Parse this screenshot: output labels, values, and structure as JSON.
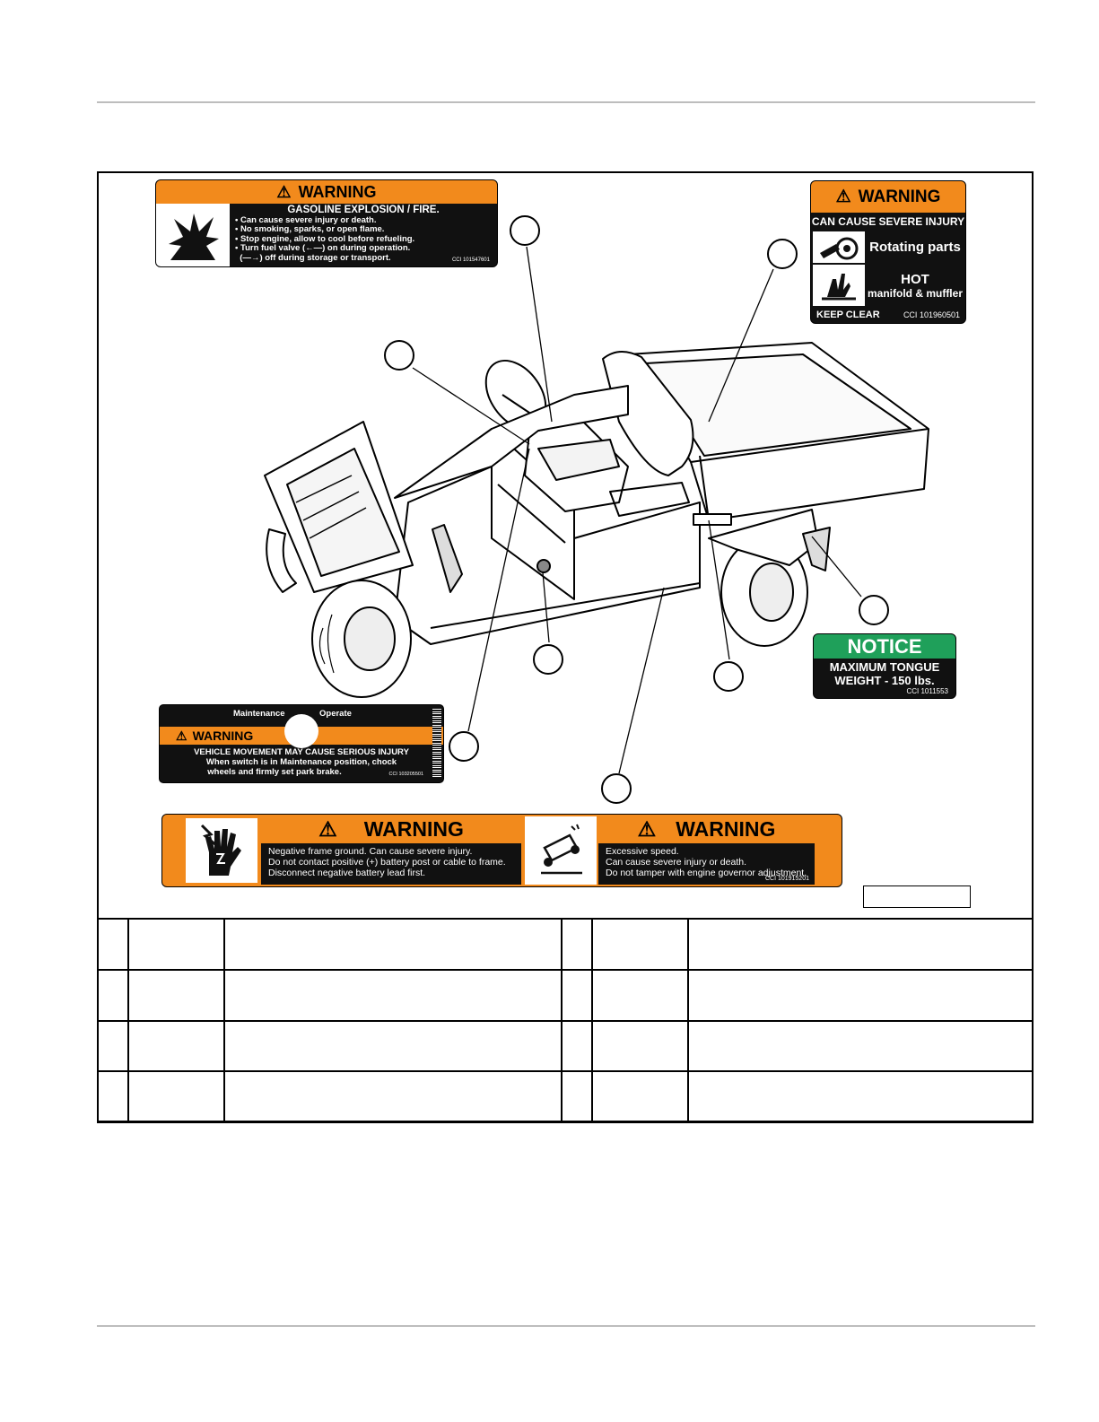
{
  "decals": {
    "fuel_warning": {
      "header": "WARNING",
      "title": "GASOLINE EXPLOSION / FIRE.",
      "lines": [
        "• Can cause severe injury or death.",
        "• No smoking, sparks, or open flame.",
        "• Stop engine, allow to cool before refueling.",
        "• Turn fuel valve (←—) on during operation.",
        "  (—→) off during storage or transport."
      ],
      "code": "CCI 101547601",
      "icon": "explosion-icon"
    },
    "rotating_warning": {
      "header": "WARNING",
      "subheader": "CAN CAUSE SEVERE INJURY",
      "row1": "Rotating parts",
      "row2_a": "HOT",
      "row2_b": "manifold & muffler",
      "footer": "KEEP CLEAR",
      "code": "CCI 101960501",
      "icons": [
        "rotating-parts-icon",
        "hot-surface-icon"
      ]
    },
    "notice_tongue": {
      "header": "NOTICE",
      "line1": "MAXIMUM TONGUE",
      "line2": "WEIGHT - 150 lbs.",
      "code": "CCI 1011553"
    },
    "maintenance_warning": {
      "left_label": "Maintenance",
      "right_label": "Operate",
      "header": "WARNING",
      "title": "VEHICLE MOVEMENT MAY CAUSE SERIOUS INJURY",
      "line1": "When switch is in Maintenance position, chock",
      "line2": "wheels and firmly set park brake.",
      "code": "CCI 103205501"
    },
    "battery_warning": {
      "header": "WARNING",
      "lines": [
        "Negative frame ground.  Can cause severe injury.",
        "Do not contact positive (+) battery post or cable to frame.",
        "Disconnect negative battery lead first."
      ],
      "icon": "electric-shock-hand-icon"
    },
    "speed_warning": {
      "header": "WARNING",
      "lines": [
        "Excessive speed.",
        "Can cause severe injury or death.",
        "Do not tamper with engine governor adjustment."
      ],
      "code": "CCI 101915201",
      "icon": "rollover-icon"
    }
  },
  "colors": {
    "warning_orange": "#f28a1c",
    "notice_green": "#1fa05a",
    "label_black": "#111111"
  },
  "vehicle_icon": "utility-vehicle-illustration"
}
